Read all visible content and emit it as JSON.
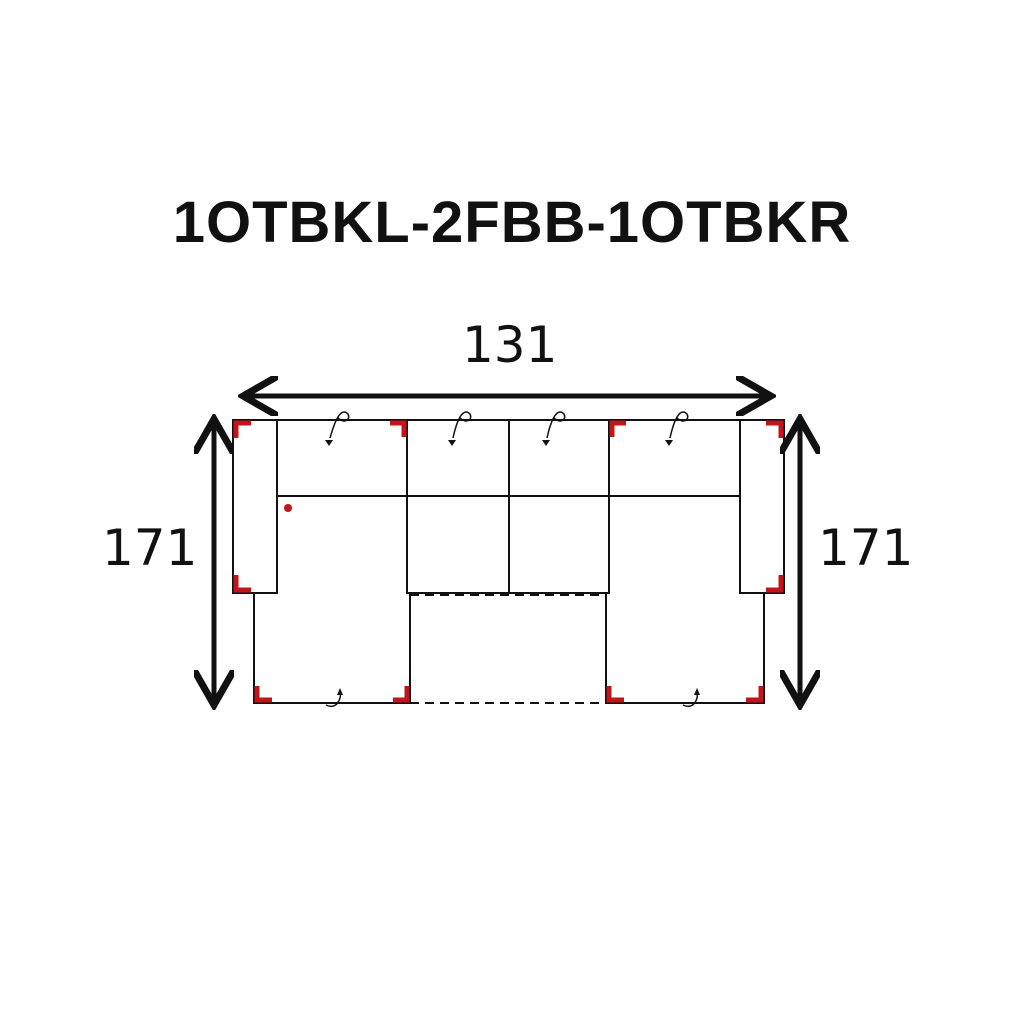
{
  "title": "1OTBKL-2FBB-1OTBKR",
  "dimensions": {
    "width": "131",
    "depth_left": "171",
    "depth_right": "171"
  },
  "colors": {
    "line": "#111111",
    "corner_marker": "#c0151b",
    "background": "#ffffff"
  }
}
